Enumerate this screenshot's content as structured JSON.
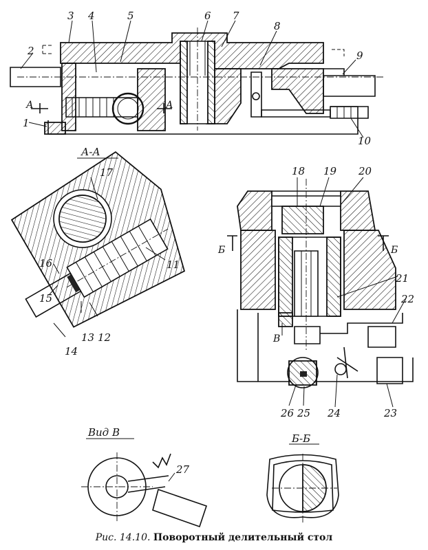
{
  "figure": {
    "caption_number": "Рис. 14.10.",
    "caption_text": "Поворотный делительный стол"
  },
  "section_labels": {
    "aa": "А-А",
    "vid_v": "Вид В",
    "bb": "Б-Б",
    "mark_a": "А",
    "mark_b": "Б",
    "mark_v": "В"
  },
  "part_numbers": [
    "1",
    "2",
    "3",
    "4",
    "5",
    "6",
    "7",
    "8",
    "9",
    "10",
    "11",
    "12",
    "13",
    "14",
    "15",
    "16",
    "17",
    "18",
    "19",
    "20",
    "21",
    "22",
    "23",
    "24",
    "25",
    "26",
    "27"
  ]
}
